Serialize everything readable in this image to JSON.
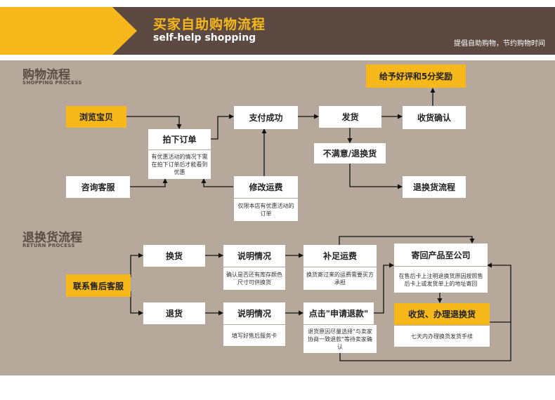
{
  "header": {
    "title": "买家自助购物流程",
    "subtitle": "self-help shopping",
    "tagline": "提倡自助购物，节约购物时间"
  },
  "shopping": {
    "title": "购物流程",
    "subtitle": "SHOPPING PROCESS",
    "browse": "浏览宝贝",
    "order": "拍下订单",
    "order_note": "有优惠活动的情况下需在拍下订单后才能看到优惠",
    "consult": "咨询客服",
    "pay": "支付成功",
    "modify_fee": "修改运费",
    "modify_note": "仅限本店有优惠活动的订单",
    "ship": "发货",
    "confirm": "收货确认",
    "reward": "给予好评和5分奖励",
    "unsatisfied": "不满意/退换货",
    "return_flow": "退换货流程"
  },
  "returns": {
    "title": "退换货流程",
    "subtitle": "RETURN PROCESS",
    "contact": "联系售后客服",
    "exchange": "换货",
    "refund": "退货",
    "explain1": "说明情况",
    "explain1_note": "确认是否还有库存颜色尺寸可供换货",
    "explain2": "说明情况",
    "explain2_note": "填写好售后服务卡",
    "supplement": "补足运费",
    "supplement_note": "换货寄过来的运费需要买方承担",
    "apply_refund": "点击\"申请退款\"",
    "apply_note": "退货原因尽量选择\"与卖家协商一致退款\"等待卖家确认",
    "send_back": "寄回产品至公司",
    "send_note": "在售后卡上注明退换货原因按照售后卡上或发货单上的地址寄回",
    "receive": "收货、办理退换货",
    "receive_note": "七天内办理换货发货手续"
  }
}
